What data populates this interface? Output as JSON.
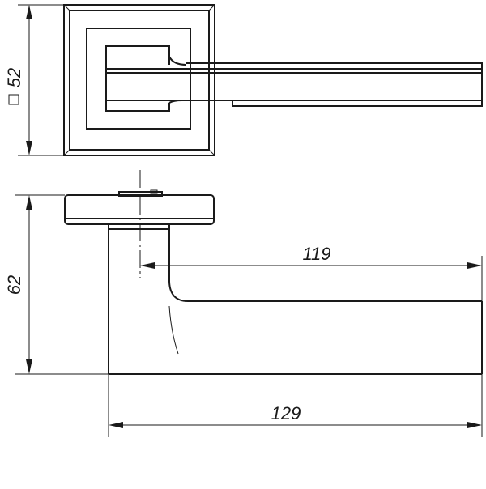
{
  "dimensions": {
    "rose_size": "52",
    "rose_size_symbol": "□",
    "height": "62",
    "lever_reach": "119",
    "overall_length": "129"
  },
  "colors": {
    "line": "#1a1a1a",
    "background": "#ffffff"
  }
}
